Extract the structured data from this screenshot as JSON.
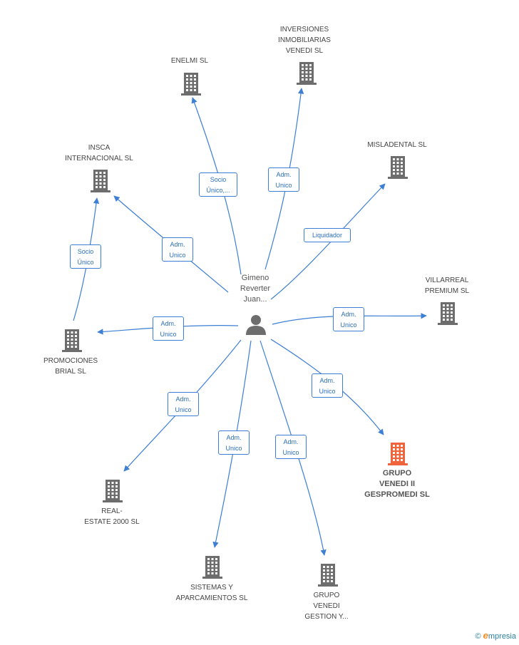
{
  "center": {
    "label": "Gimeno\nReverter\nJuan..."
  },
  "colors": {
    "edge": "#3c7fd4",
    "building": "#6d6d6d",
    "highlight": "#f0643c"
  },
  "nodes": [
    {
      "id": "inversiones",
      "label": "INVERSIONES\nINMOBILIARIAS\nVENEDI SL",
      "highlight": false
    },
    {
      "id": "enelmi",
      "label": "ENELMI SL",
      "highlight": false
    },
    {
      "id": "misladental",
      "label": "MISLADENTAL SL",
      "highlight": false
    },
    {
      "id": "insca",
      "label": "INSCA\nINTERNACIONAL SL",
      "highlight": false
    },
    {
      "id": "villarreal",
      "label": "VILLARREAL\nPREMIUM  SL",
      "highlight": false
    },
    {
      "id": "promociones",
      "label": "PROMOCIONES\nBRIAL SL",
      "highlight": false
    },
    {
      "id": "grupo-venedi-ii",
      "label": "GRUPO\nVENEDI II\nGESPROMEDI SL",
      "highlight": true
    },
    {
      "id": "real-estate",
      "label": "REAL-\nESTATE 2000 SL",
      "highlight": false
    },
    {
      "id": "sistemas",
      "label": "SISTEMAS Y\nAPARCAMIENTOS SL",
      "highlight": false
    },
    {
      "id": "grupo-venedi-gestion",
      "label": "GRUPO\nVENEDI\nGESTION Y...",
      "highlight": false
    }
  ],
  "edges": [
    {
      "to": "enelmi",
      "label": "Socio\nÚnico,..."
    },
    {
      "to": "inversiones",
      "label": "Adm.\nUnico"
    },
    {
      "to": "misladental",
      "label": "Liquidador"
    },
    {
      "to": "insca",
      "label": "Adm.\nUnico"
    },
    {
      "to": "insca",
      "label": "Socio\nÚnico",
      "from": "promociones"
    },
    {
      "to": "villarreal",
      "label": "Adm.\nUnico"
    },
    {
      "to": "promociones",
      "label": "Adm.\nUnico"
    },
    {
      "to": "grupo-venedi-ii",
      "label": "Adm.\nUnico"
    },
    {
      "to": "real-estate",
      "label": "Adm.\nUnico"
    },
    {
      "to": "sistemas",
      "label": "Adm.\nUnico"
    },
    {
      "to": "grupo-venedi-gestion",
      "label": "Adm.\nUnico"
    }
  ],
  "footer": {
    "copyright": "©",
    "brand_first": "e",
    "brand_rest": "mpresia"
  }
}
